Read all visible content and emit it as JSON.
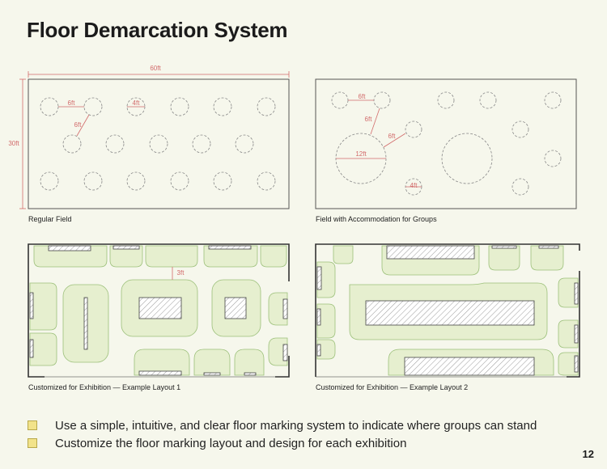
{
  "title": "Floor Demarcation System",
  "captions": {
    "regular_field": "Regular Field",
    "groups_field": "Field with Accommodation for Groups",
    "layout1": "Customized for Exhibition — Example Layout 1",
    "layout2": "Customized for Exhibition — Example Layout 2"
  },
  "dimensions": {
    "width": "60ft",
    "height": "30ft",
    "d6a": "6ft",
    "d4a": "4ft",
    "d6b": "6ft",
    "g6a": "6ft",
    "g6b": "6ft",
    "g6c": "6ft",
    "g12": "12ft",
    "g4": "4ft",
    "e3": "3ft"
  },
  "bullets": [
    "Use a simple, intuitive, and clear floor marking system to indicate where groups can stand",
    "Customize the floor marking layout and design for each exhibition"
  ],
  "page_number": "12",
  "colors": {
    "dimension": "#d26b6b",
    "zone_fill": "#e6efcf",
    "zone_stroke": "#9cc07a",
    "bullet": "#f2e38a"
  }
}
